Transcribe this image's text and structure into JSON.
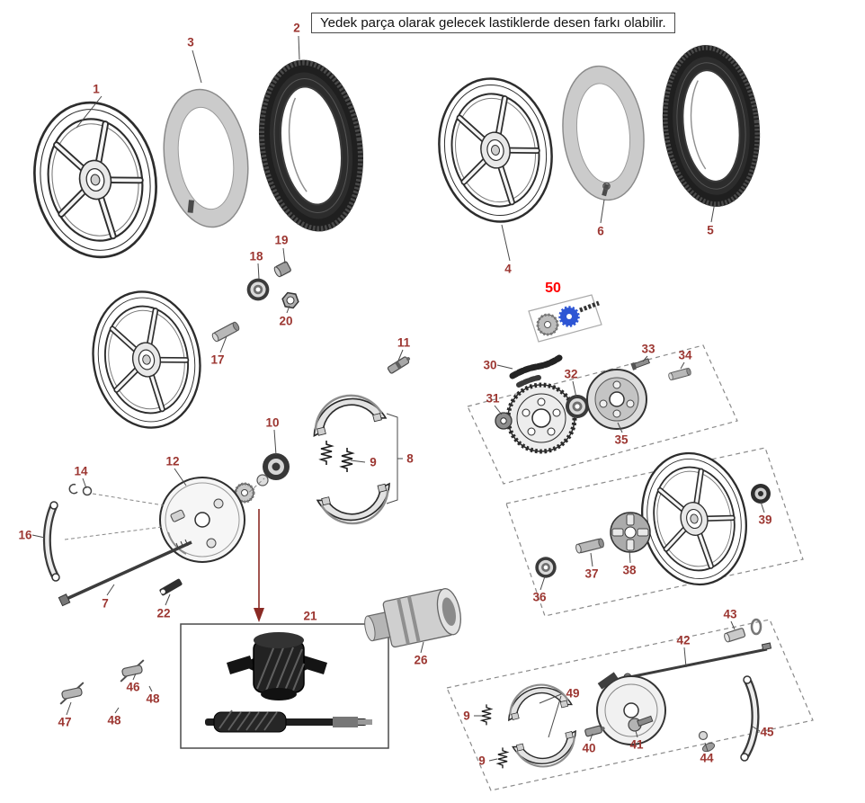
{
  "note": {
    "text": "Yedek parça olarak gelecek lastiklerde desen farkı olabilir."
  },
  "colors": {
    "label_color": "#9c3631",
    "highlight_label_color": "#ff0000",
    "sprocket_blue": "#2d55d4",
    "tire_black": "#1f1f1f",
    "metal_gray": "#b8b8b8"
  },
  "diagram": {
    "description": "Motorcycle wheels, tires, brakes, sprocket and hub exploded parts diagram",
    "labels": [
      {
        "text": "1"
      },
      {
        "text": "3"
      },
      {
        "text": "2"
      },
      {
        "text": "4"
      },
      {
        "text": "6"
      },
      {
        "text": "5"
      },
      {
        "text": "18"
      },
      {
        "text": "19"
      },
      {
        "text": "20"
      },
      {
        "text": "17"
      },
      {
        "text": "11"
      },
      {
        "text": "10"
      },
      {
        "text": "9"
      },
      {
        "text": "8"
      },
      {
        "text": "12"
      },
      {
        "text": "14"
      },
      {
        "text": "16"
      },
      {
        "text": "7"
      },
      {
        "text": "22"
      },
      {
        "text": "21"
      },
      {
        "text": "26"
      },
      {
        "text": "30"
      },
      {
        "text": "31"
      },
      {
        "text": "32"
      },
      {
        "text": "33"
      },
      {
        "text": "34"
      },
      {
        "text": "35"
      },
      {
        "text": "50"
      },
      {
        "text": "36"
      },
      {
        "text": "37"
      },
      {
        "text": "38"
      },
      {
        "text": "39"
      },
      {
        "text": "43"
      },
      {
        "text": "42"
      },
      {
        "text": "49"
      },
      {
        "text": "9"
      },
      {
        "text": "9"
      },
      {
        "text": "40"
      },
      {
        "text": "41"
      },
      {
        "text": "44"
      },
      {
        "text": "45"
      },
      {
        "text": "46"
      },
      {
        "text": "48"
      },
      {
        "text": "47"
      },
      {
        "text": "48"
      }
    ]
  }
}
